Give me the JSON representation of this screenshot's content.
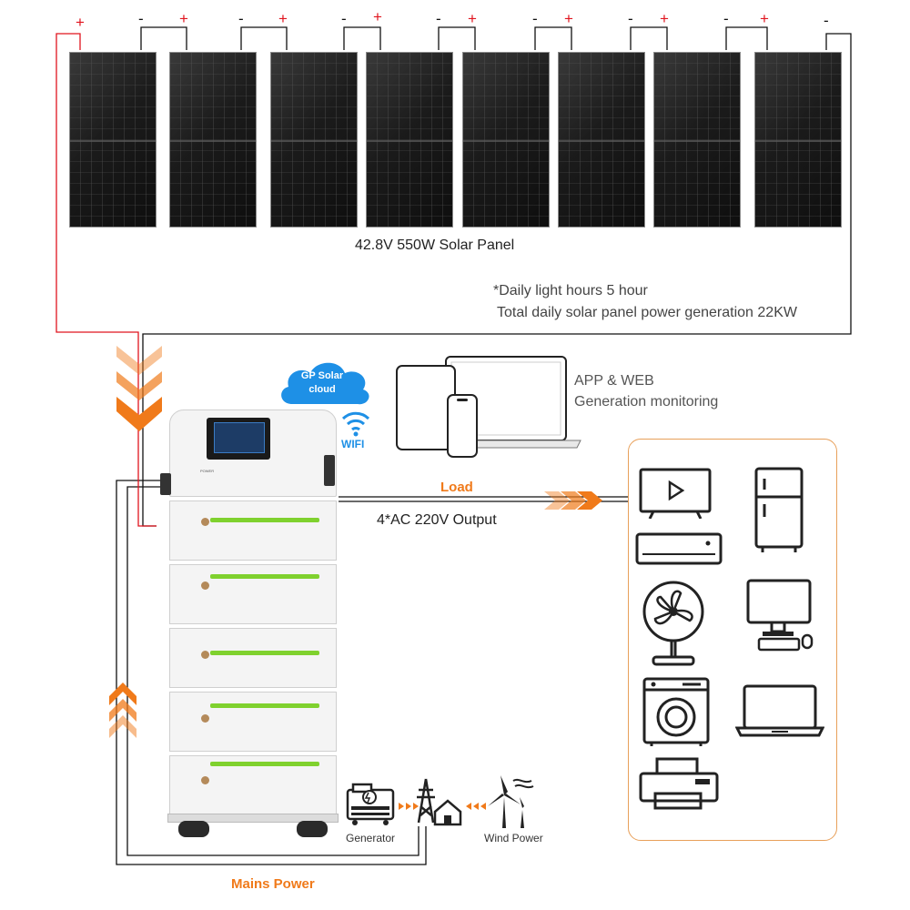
{
  "solar": {
    "panel_label": "42.8V 550W Solar Panel",
    "note_line1": "*Daily light hours 5 hour",
    "note_line2": "Total daily solar panel power generation 22KW",
    "plus": "+",
    "minus": "-"
  },
  "cloud": {
    "line1": "GP Solar",
    "line2": "cloud"
  },
  "wifi_label": "WIFI",
  "app": {
    "line1": "APP & WEB",
    "line2": "Generation monitoring"
  },
  "load": {
    "label": "Load",
    "output": "4*AC 220V Output"
  },
  "mains": {
    "label": "Mains Power",
    "generator": "Generator",
    "wind": "Wind Power"
  },
  "battery": {
    "power_label": "POWER"
  },
  "appliances": [
    "tv-icon",
    "fridge-icon",
    "air-conditioner-icon",
    "fan-icon",
    "desktop-computer-icon",
    "washing-machine-icon",
    "laptop-icon",
    "printer-icon"
  ],
  "colors": {
    "accent_orange": "#f07a1a",
    "wire_red": "#e0141e",
    "battery_green": "#7fd12e",
    "cloud_blue": "#1e90e6"
  }
}
